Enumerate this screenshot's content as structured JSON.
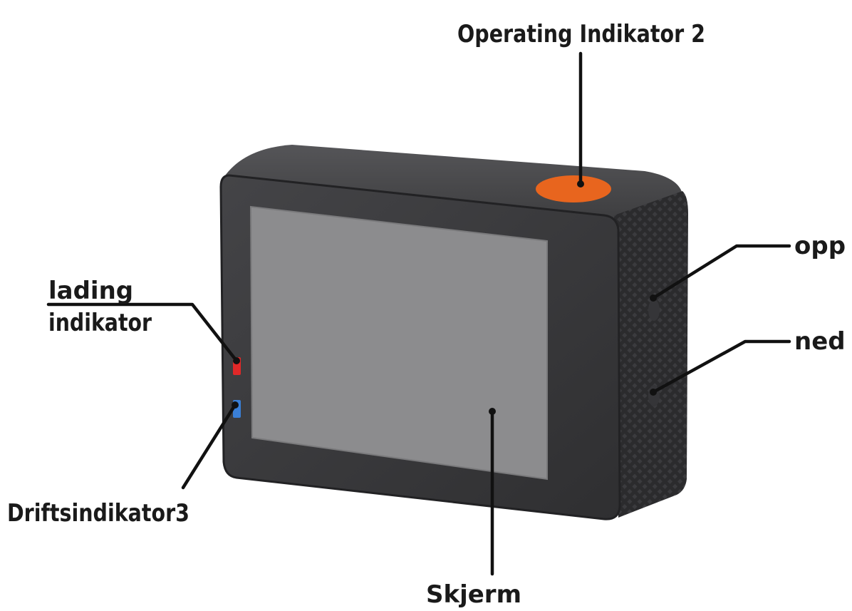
{
  "labels": {
    "operating_indicator": "Operating Indikator 2",
    "charging_indicator_line1": "lading",
    "charging_indicator_line2": "indikator",
    "operation_indicator": "Driftsindikator3",
    "screen": "Skjerm",
    "up_button": "opp",
    "down_button": "ned"
  },
  "colors": {
    "body_front": "#3a3a3c",
    "body_top": "#4a4a4c",
    "body_side": "#2c2c2e",
    "screen": "#8c8c8e",
    "shutter_button": "#e8651e",
    "charging_led": "#e02828",
    "operation_led": "#3a7fd6",
    "line": "#111111"
  },
  "icons": {
    "shutter_button": "shutter-button-icon",
    "charging_led": "red-led-icon",
    "operation_led": "blue-led-icon"
  }
}
